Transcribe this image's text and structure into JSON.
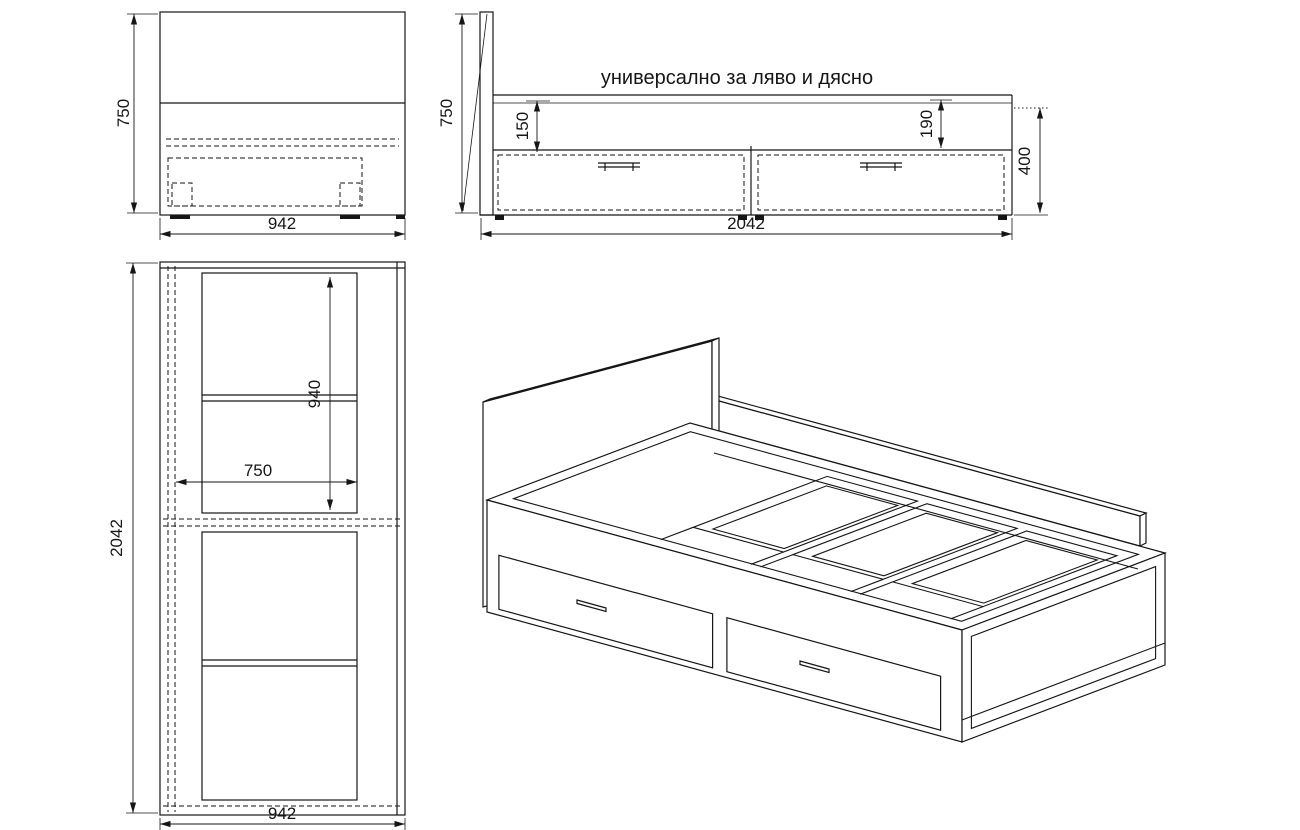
{
  "title": "универсално за ляво и дясно",
  "dimensions": {
    "front_view": {
      "height": "750",
      "width": "942"
    },
    "side_view": {
      "height": "750",
      "length": "2042",
      "top_inset": "150",
      "drawer_front": "190",
      "side_height": "400"
    },
    "top_view": {
      "length": "2042",
      "width": "942",
      "headboard_span": "940",
      "inner_width": "750"
    }
  },
  "colors": {
    "line": "#161616",
    "background": "#ffffff"
  }
}
